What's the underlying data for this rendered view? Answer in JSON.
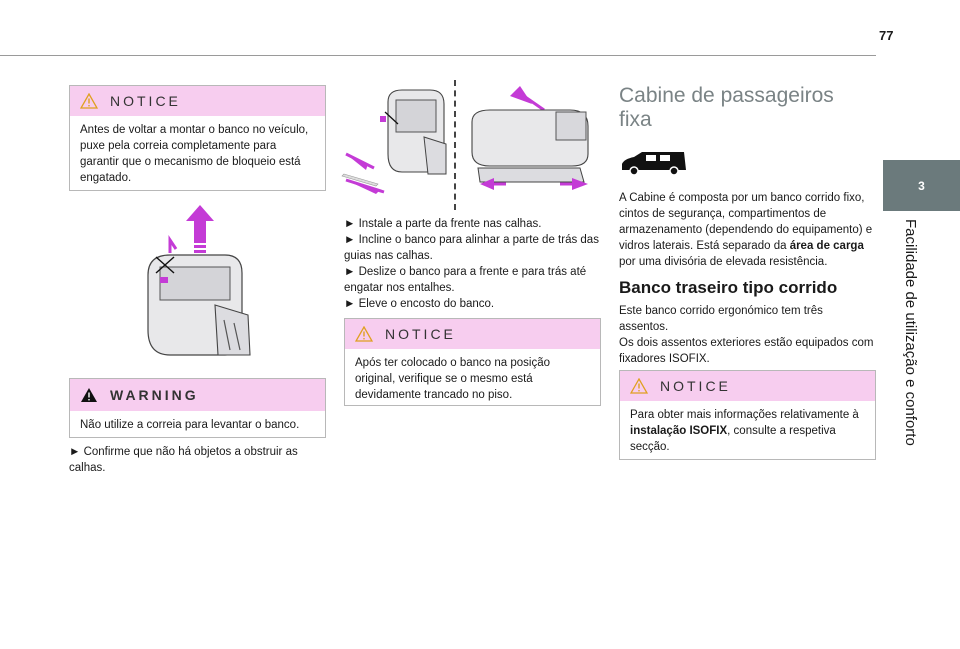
{
  "page": {
    "number": "77"
  },
  "side_tab": {
    "chapter": "3",
    "label": "Facilidade de utilização e conforto"
  },
  "col1": {
    "notice1": {
      "title": "NOTICE",
      "text": "Antes de voltar a montar o banco no veículo, puxe pela correia completamente para garantir que o mecanismo de bloqueio está engatado."
    },
    "warning": {
      "title": "WARNING",
      "text": "Não utilize a correia para levantar o banco."
    },
    "step": "► Confirme que não há objetos a obstruir as calhas."
  },
  "col2": {
    "steps": [
      "► Instale a parte da frente nas calhas.",
      "► Incline o banco para alinhar a parte de trás das guias nas calhas.",
      "► Deslize o banco para a frente e para trás até engatar nos entalhes.",
      "► Eleve o encosto do banco."
    ],
    "notice2": {
      "title": "NOTICE",
      "text": "Após ter colocado o banco na posição original, verifique se o mesmo está devidamente trancado no piso."
    }
  },
  "col3": {
    "title_line1": "Cabine de passageiros",
    "title_line2": "fixa",
    "cab_intro": "A Cabine é composta por um banco corrido fixo, cintos de segurança, compartimentos de armazenamento (dependendo do equipamento) e vidros laterais. Está separado da",
    "cab_bold": "área de carga",
    "cab_end": "por uma divisória de elevada resistência.",
    "bench_title": "Banco traseiro tipo corrido",
    "bench_line1": "Este banco corrido ergonómico tem três assentos.",
    "bench_line2": "Os dois assentos exteriores estão equipados com fixadores ISOFIX.",
    "notice3": {
      "title": "NOTICE",
      "text_start": "Para obter mais informações relativamente à",
      "text_bold": "instalação ISOFIX",
      "text_end": ", consulte a respetiva secção."
    }
  },
  "colors": {
    "notice_header": "#f7cdef",
    "warning_header": "#f7cdef",
    "arrow": "#c43bd6",
    "side_tab": "#6b7a7c"
  },
  "icons": [
    "warning-triangle-icon",
    "van-icon",
    "seat-illustration"
  ]
}
